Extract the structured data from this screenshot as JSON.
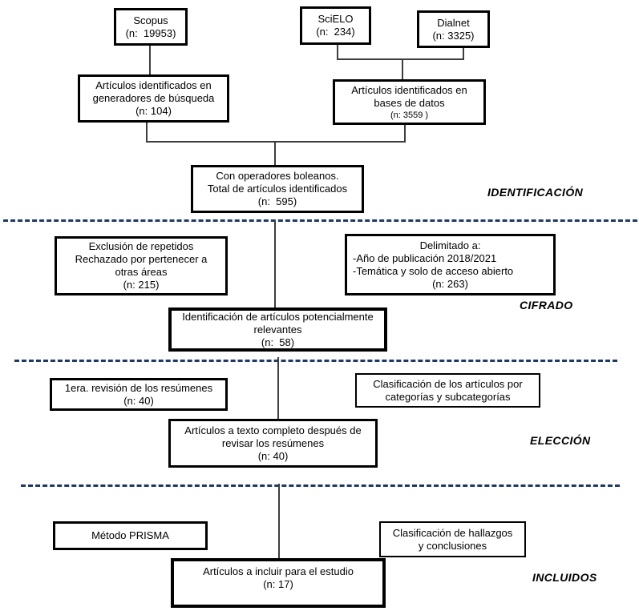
{
  "boxes": {
    "scopus": {
      "lines": [
        "Scopus",
        "(n:  19953)"
      ]
    },
    "scielo": {
      "lines": [
        "SciELO",
        "(n:  234)"
      ]
    },
    "dialnet": {
      "lines": [
        "Dialnet",
        "(n: 3325)"
      ]
    },
    "search_engines": {
      "lines": [
        "Artículos identificados en",
        "generadores de búsqueda",
        "(n: 104)"
      ]
    },
    "databases": {
      "lines": [
        "Artículos identificados en",
        "bases de datos",
        "(n: 3559 )"
      ]
    },
    "boolean_operators": {
      "lines": [
        "Con operadores boleanos.",
        "Total de artículos identificados",
        "(n:  595)"
      ]
    },
    "exclusion": {
      "lines": [
        "Exclusión de repetidos",
        "Rechazado por pertenecer a",
        "otras áreas",
        "(n: 215)"
      ]
    },
    "delimited": {
      "lines": [
        "Delimitado a:",
        "-Año de publicación 2018/2021",
        "-Temática y solo de acceso abierto",
        "(n: 263)"
      ]
    },
    "potentially_relevant": {
      "lines": [
        "Identificación de artículos potencialmente",
        "relevantes",
        "(n:  58)"
      ]
    },
    "first_review": {
      "lines": [
        "1era. revisión de los resúmenes",
        "(n: 40)"
      ]
    },
    "classification_categories": {
      "lines": [
        "Clasificación de los artículos por",
        "categorías y subcategorías"
      ]
    },
    "full_text_review": {
      "lines": [
        "Artículos a texto completo después de",
        "revisar los resúmenes",
        "(n: 40)"
      ]
    },
    "prisma_method": {
      "lines": [
        "Método PRISMA"
      ]
    },
    "classification_findings": {
      "lines": [
        "Clasificación de hallazgos",
        "y conclusiones"
      ]
    },
    "included_articles": {
      "lines": [
        "Artículos a incluir para el estudio",
        "(n: 17)"
      ]
    }
  },
  "phase_labels": {
    "identificacion": "IDENTIFICACIÓN",
    "cifrado": "CIFRADO",
    "eleccion": "ELECCIÓN",
    "incluidos": "INCLUIDOS"
  },
  "colors": {
    "dashed_line": "#1f3864",
    "box_border": "#000000",
    "connector": "#3d3d3d"
  }
}
